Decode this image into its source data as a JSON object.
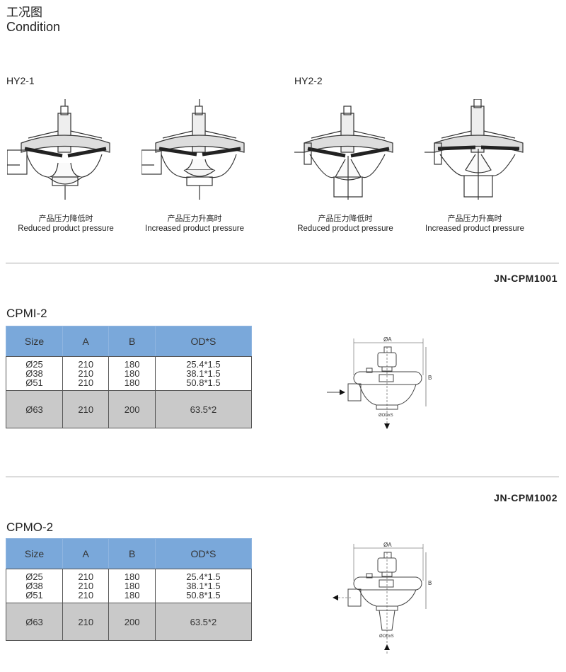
{
  "header": {
    "title_cn": "工况图",
    "title_en": "Condition"
  },
  "condition": {
    "groups": [
      {
        "label": "HY2-1",
        "diagrams": [
          {
            "caption_cn": "产品压力降低时",
            "caption_en": "Reduced product pressure"
          },
          {
            "caption_cn": "产品压力升高时",
            "caption_en": "Increased product pressure"
          }
        ]
      },
      {
        "label": "HY2-2",
        "diagrams": [
          {
            "caption_cn": "产品压力降低时",
            "caption_en": "Reduced product pressure"
          },
          {
            "caption_cn": "产品压力升高时",
            "caption_en": "Increased product pressure"
          }
        ]
      }
    ]
  },
  "products": [
    {
      "code": "JN-CPM1001",
      "model": "CPMI-2",
      "columns": [
        "Size",
        "A",
        "B",
        "OD*S"
      ],
      "rows_group1": {
        "size": [
          "Ø25",
          "Ø38",
          "Ø51"
        ],
        "a": [
          "210",
          "210",
          "210"
        ],
        "b": [
          "180",
          "180",
          "180"
        ],
        "ods": [
          "25.4*1.5",
          "38.1*1.5",
          "50.8*1.5"
        ]
      },
      "row_last": {
        "size": "Ø63",
        "a": "210",
        "b": "200",
        "ods": "63.5*2"
      },
      "drawing": {
        "dim_a": "ØA",
        "dim_b": "B",
        "dim_od": "ØODxS",
        "flow": "inlet side, outlet bottom"
      }
    },
    {
      "code": "JN-CPM1002",
      "model": "CPMO-2",
      "columns": [
        "Size",
        "A",
        "B",
        "OD*S"
      ],
      "rows_group1": {
        "size": [
          "Ø25",
          "Ø38",
          "Ø51"
        ],
        "a": [
          "210",
          "210",
          "210"
        ],
        "b": [
          "180",
          "180",
          "180"
        ],
        "ods": [
          "25.4*1.5",
          "38.1*1.5",
          "50.8*1.5"
        ]
      },
      "row_last": {
        "size": "Ø63",
        "a": "210",
        "b": "200",
        "ods": "63.5*2"
      },
      "drawing": {
        "dim_a": "ØA",
        "dim_b": "B",
        "dim_od": "ØODxS",
        "flow": "inlet bottom, outlet side"
      }
    }
  ],
  "colors": {
    "table_header": "#7aa8da",
    "table_last_row": "#c9c9c9",
    "rule": "#aaaaaa"
  }
}
